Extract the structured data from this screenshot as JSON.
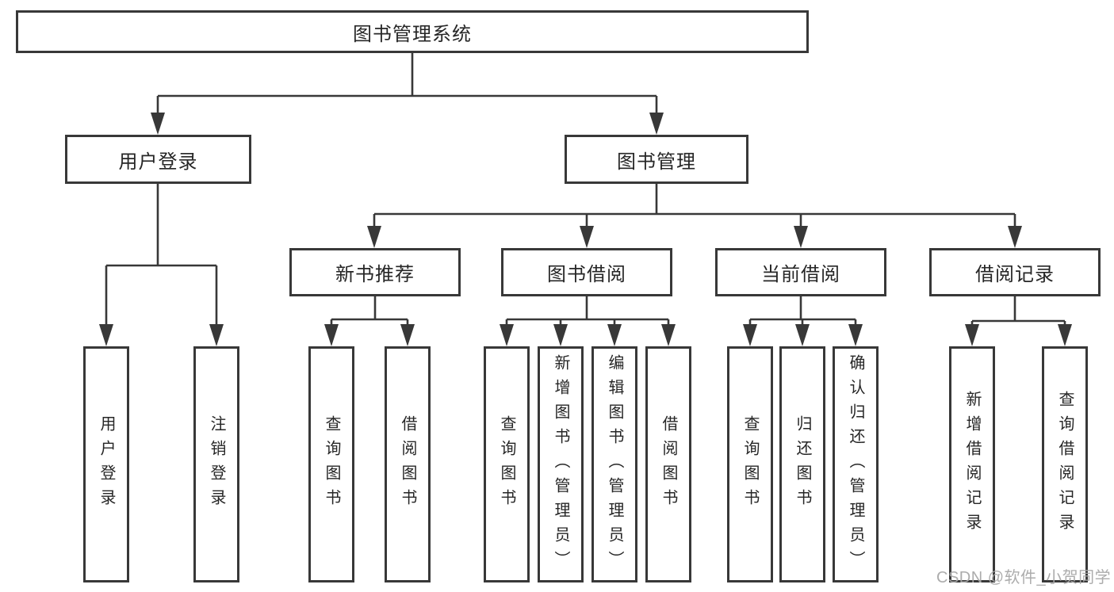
{
  "diagram": {
    "watermark": "CSDN @软件_小贺同学",
    "colors": {
      "background": "#ffffff",
      "line": "#383838",
      "box_border": "#383838",
      "text": "#262626",
      "watermark_text": "#a8a8a8"
    },
    "tree": {
      "label": "图书管理系统",
      "children": [
        {
          "label": "用户登录",
          "children": [
            {
              "label": "用户登录"
            },
            {
              "label": "注销登录"
            }
          ]
        },
        {
          "label": "图书管理",
          "children": [
            {
              "label": "新书推荐",
              "children": [
                {
                  "label": "查询图书"
                },
                {
                  "label": "借阅图书"
                }
              ]
            },
            {
              "label": "图书借阅",
              "children": [
                {
                  "label": "查询图书"
                },
                {
                  "label": "新增图书（管理员）"
                },
                {
                  "label": "编辑图书（管理员）"
                },
                {
                  "label": "借阅图书"
                }
              ]
            },
            {
              "label": "当前借阅",
              "children": [
                {
                  "label": "查询图书"
                },
                {
                  "label": "归还图书"
                },
                {
                  "label": "确认归还（管理员）"
                }
              ]
            },
            {
              "label": "借阅记录",
              "children": [
                {
                  "label": "新增借阅记录"
                },
                {
                  "label": "查询借阅记录"
                }
              ]
            }
          ]
        }
      ]
    }
  }
}
